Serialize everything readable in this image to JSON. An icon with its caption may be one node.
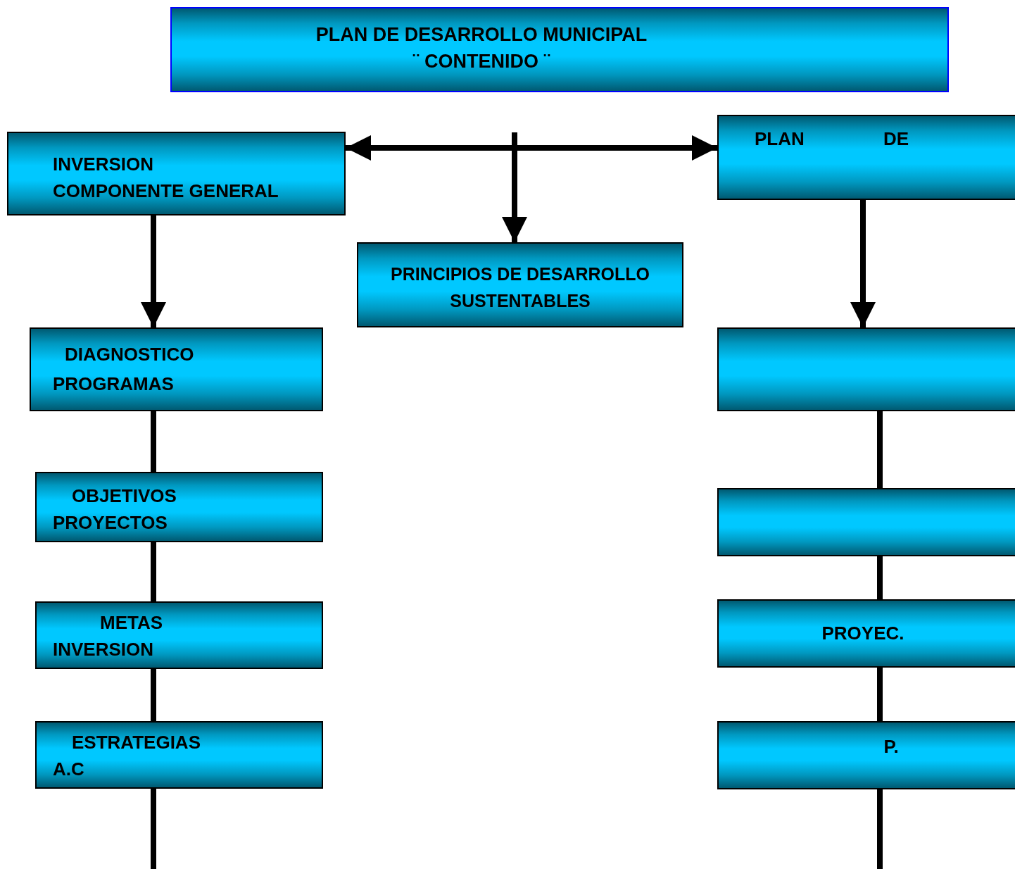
{
  "diagram": {
    "nodes": [
      {
        "text": [
          "PLAN DE DESARROLLO MUNICIPAL ¨ CONTENIDO ¨"
        ]
      },
      {
        "text": [
          "INVERSION",
          "COMPONENTE GENERAL"
        ]
      },
      {
        "text": [
          "PLAN",
          "DE"
        ]
      },
      {
        "text": [
          "PRINCIPIOS DE DESARROLLO SUSTENTABLES"
        ]
      },
      {
        "text": [
          "DIAGNOSTICO",
          "PROGRAMAS"
        ]
      },
      {
        "text": [],
        "shape": "box"
      },
      {
        "text": [
          "OBJETIVOS",
          "PROYECTOS"
        ]
      },
      {
        "text": [],
        "shape": "box"
      },
      {
        "text": [
          "METAS",
          "INVERSION"
        ]
      },
      {
        "text": [
          "PROYEC."
        ]
      },
      {
        "text": [
          "ESTRATEGIAS",
          "A.C"
        ]
      },
      {
        "text": [
          "P."
        ]
      }
    ],
    "edges": [
      {
        "from": 1,
        "to": 2,
        "arrow": "both"
      },
      {
        "from": null,
        "to": 3,
        "arrow": "to"
      },
      {
        "from": 1,
        "to": 4,
        "arrow": "to"
      },
      {
        "from": 4,
        "to": 6,
        "arrow": "none"
      },
      {
        "from": 6,
        "to": 8,
        "arrow": "none"
      },
      {
        "from": 8,
        "to": 10,
        "arrow": "none"
      },
      {
        "from": 10,
        "to": null,
        "arrow": "none"
      },
      {
        "from": 2,
        "to": 5,
        "arrow": "to"
      },
      {
        "from": 5,
        "to": 7,
        "arrow": "none"
      },
      {
        "from": 7,
        "to": 9,
        "arrow": "none"
      },
      {
        "from": 9,
        "to": 11,
        "arrow": "none"
      },
      {
        "from": 11,
        "to": null,
        "arrow": "none"
      }
    ]
  }
}
